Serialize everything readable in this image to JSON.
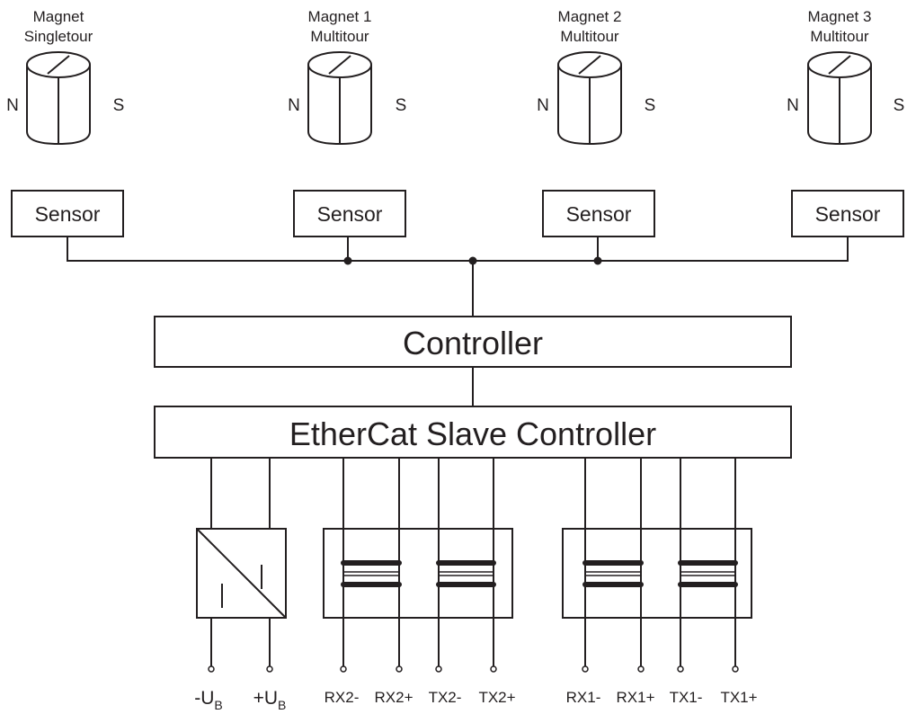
{
  "magnets": [
    {
      "title1": "Magnet",
      "title2": "Singletour",
      "north": "N",
      "south": "S"
    },
    {
      "title1": "Magnet 1",
      "title2": "Multitour",
      "north": "N",
      "south": "S"
    },
    {
      "title1": "Magnet 2",
      "title2": "Multitour",
      "north": "N",
      "south": "S"
    },
    {
      "title1": "Magnet 3",
      "title2": "Multitour",
      "north": "N",
      "south": "S"
    }
  ],
  "sensors": [
    "Sensor",
    "Sensor",
    "Sensor",
    "Sensor"
  ],
  "controller": "Controller",
  "ethercat": "EtherCat Slave Controller",
  "power": {
    "minus_main": "-U",
    "minus_sub": "B",
    "plus_main": "+U",
    "plus_sub": "B"
  },
  "terminals": [
    "RX2-",
    "RX2+",
    "TX2-",
    "TX2+",
    "RX1-",
    "RX1+",
    "TX1-",
    "TX1+"
  ],
  "colors": {
    "line": "#231f20",
    "background": "#ffffff"
  }
}
